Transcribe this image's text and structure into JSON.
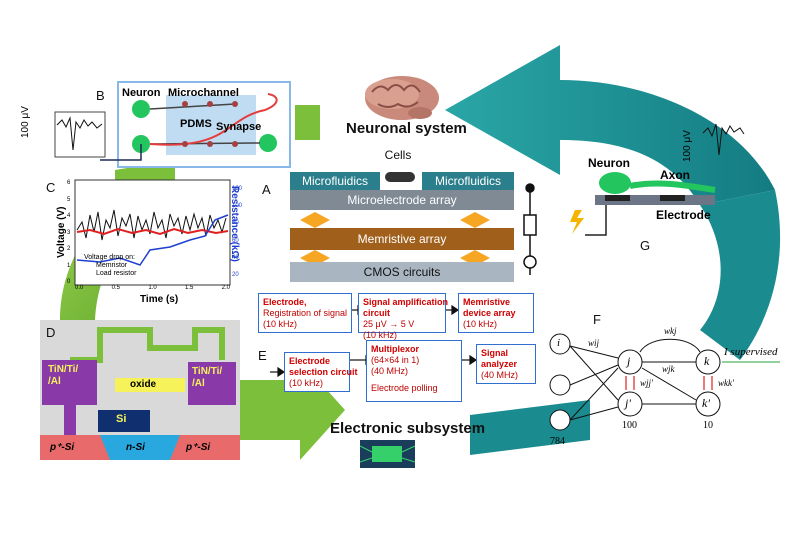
{
  "panels": {
    "A": "A",
    "B": "B",
    "C": "C",
    "D": "D",
    "E": "E",
    "F": "F",
    "G": "G"
  },
  "titles": {
    "neuronal_system": "Neuronal system",
    "electronic_subsystem": "Electronic subsystem"
  },
  "panel_A": {
    "cells": "Cells",
    "microfluidics_left": "Microfluidics",
    "microfluidics_right": "Microfluidics",
    "microelectrode_array": "Microelectrode array",
    "memristive_array": "Memristive array",
    "cmos_circuits": "CMOS circuits"
  },
  "panel_B": {
    "neuron": "Neuron",
    "microchannel": "Microchannel",
    "pdms": "PDMS",
    "synapse": "Synapse",
    "scale": "100 μV"
  },
  "panel_C": {
    "ylabel_left": "Voltage (V)",
    "ylabel_right": "Resistance (kΩ)",
    "xlabel": "Time (s)",
    "legend_title": "Voltage drop on:",
    "legend_memristor": "Memristor",
    "legend_load": "Load resistor",
    "yticks_left": [
      "0",
      "1",
      "2",
      "3",
      "4",
      "5",
      "6"
    ],
    "yticks_right": [
      "20",
      "40",
      "60",
      "80",
      "100",
      "120"
    ],
    "xticks": [
      "0.0",
      "0.5",
      "1.0",
      "1.5",
      "2.0"
    ]
  },
  "panel_D": {
    "tin_left": "TiN/Ti/\n/Al",
    "tin_right": "TiN/Ti/\n/Al",
    "oxide": "oxide",
    "si": "Si",
    "p_left": "p⁺-Si",
    "n_si": "n-Si",
    "p_right": "p⁺-Si"
  },
  "panel_E": {
    "box1_title": "Electrode,",
    "box1_sub": "Registration of signal\n(10 kHz)",
    "box2_title": "Signal amplification\ncircuit",
    "box2_sub": "25 μV → 5 V\n(10 kHz)",
    "box3_title": "Memristive\ndevice array",
    "box3_sub": "(10 kHz)",
    "box4_title": "Electrode\nselection circuit",
    "box4_sub": "(10 kHz)",
    "box5_title": "Multiplexor",
    "box5_sub": "(64×64 in 1)\n(40 MHz)",
    "box5_note": "Electrode polling",
    "box6_title": "Signal\nanalyzer",
    "box6_sub": "(40 MHz)"
  },
  "panel_F": {
    "node_i": "i",
    "node_j": "j",
    "node_jp": "j'",
    "node_k": "k",
    "node_kp": "k'",
    "w_ij": "wij",
    "w_kj": "wkj",
    "w_jk": "wjk",
    "w_jjp": "wjj'",
    "w_kkp": "wkk'",
    "i_supervised": "I supervised",
    "count_784": "784",
    "count_100": "100",
    "count_10": "10"
  },
  "panel_G": {
    "neuron": "Neuron",
    "axon": "Axon",
    "electrode": "Electrode",
    "scale": "100 μV"
  },
  "colors": {
    "teal_arrow": "#1a8b8f",
    "green_arrow": "#7cbf3a",
    "microfluidics": "#2b7f8c",
    "electrode_array": "#7f8a95",
    "memristive": "#a0601c",
    "cmos": "#a9b6c2",
    "box_border": "#2f6fd0",
    "red_text": "#c00000"
  }
}
